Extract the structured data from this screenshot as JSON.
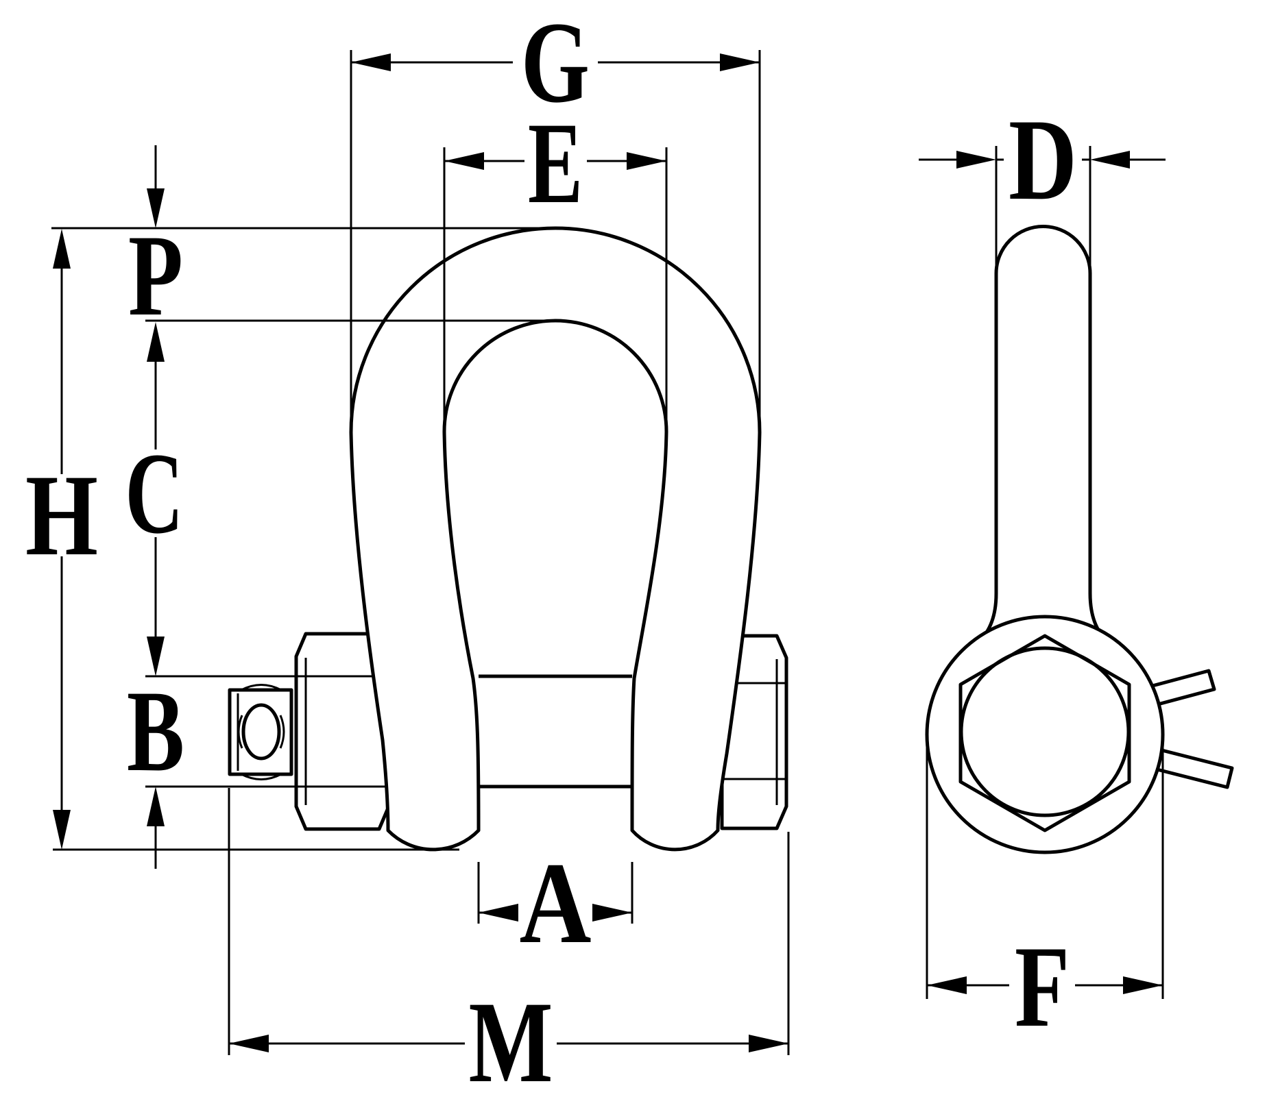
{
  "diagram": {
    "background_color": "#ffffff",
    "line_color": "#000000",
    "labels": {
      "G": "G",
      "E": "E",
      "P": "P",
      "C": "C",
      "H": "H",
      "B": "B",
      "A": "A",
      "M": "M",
      "D": "D",
      "F": "F"
    }
  }
}
